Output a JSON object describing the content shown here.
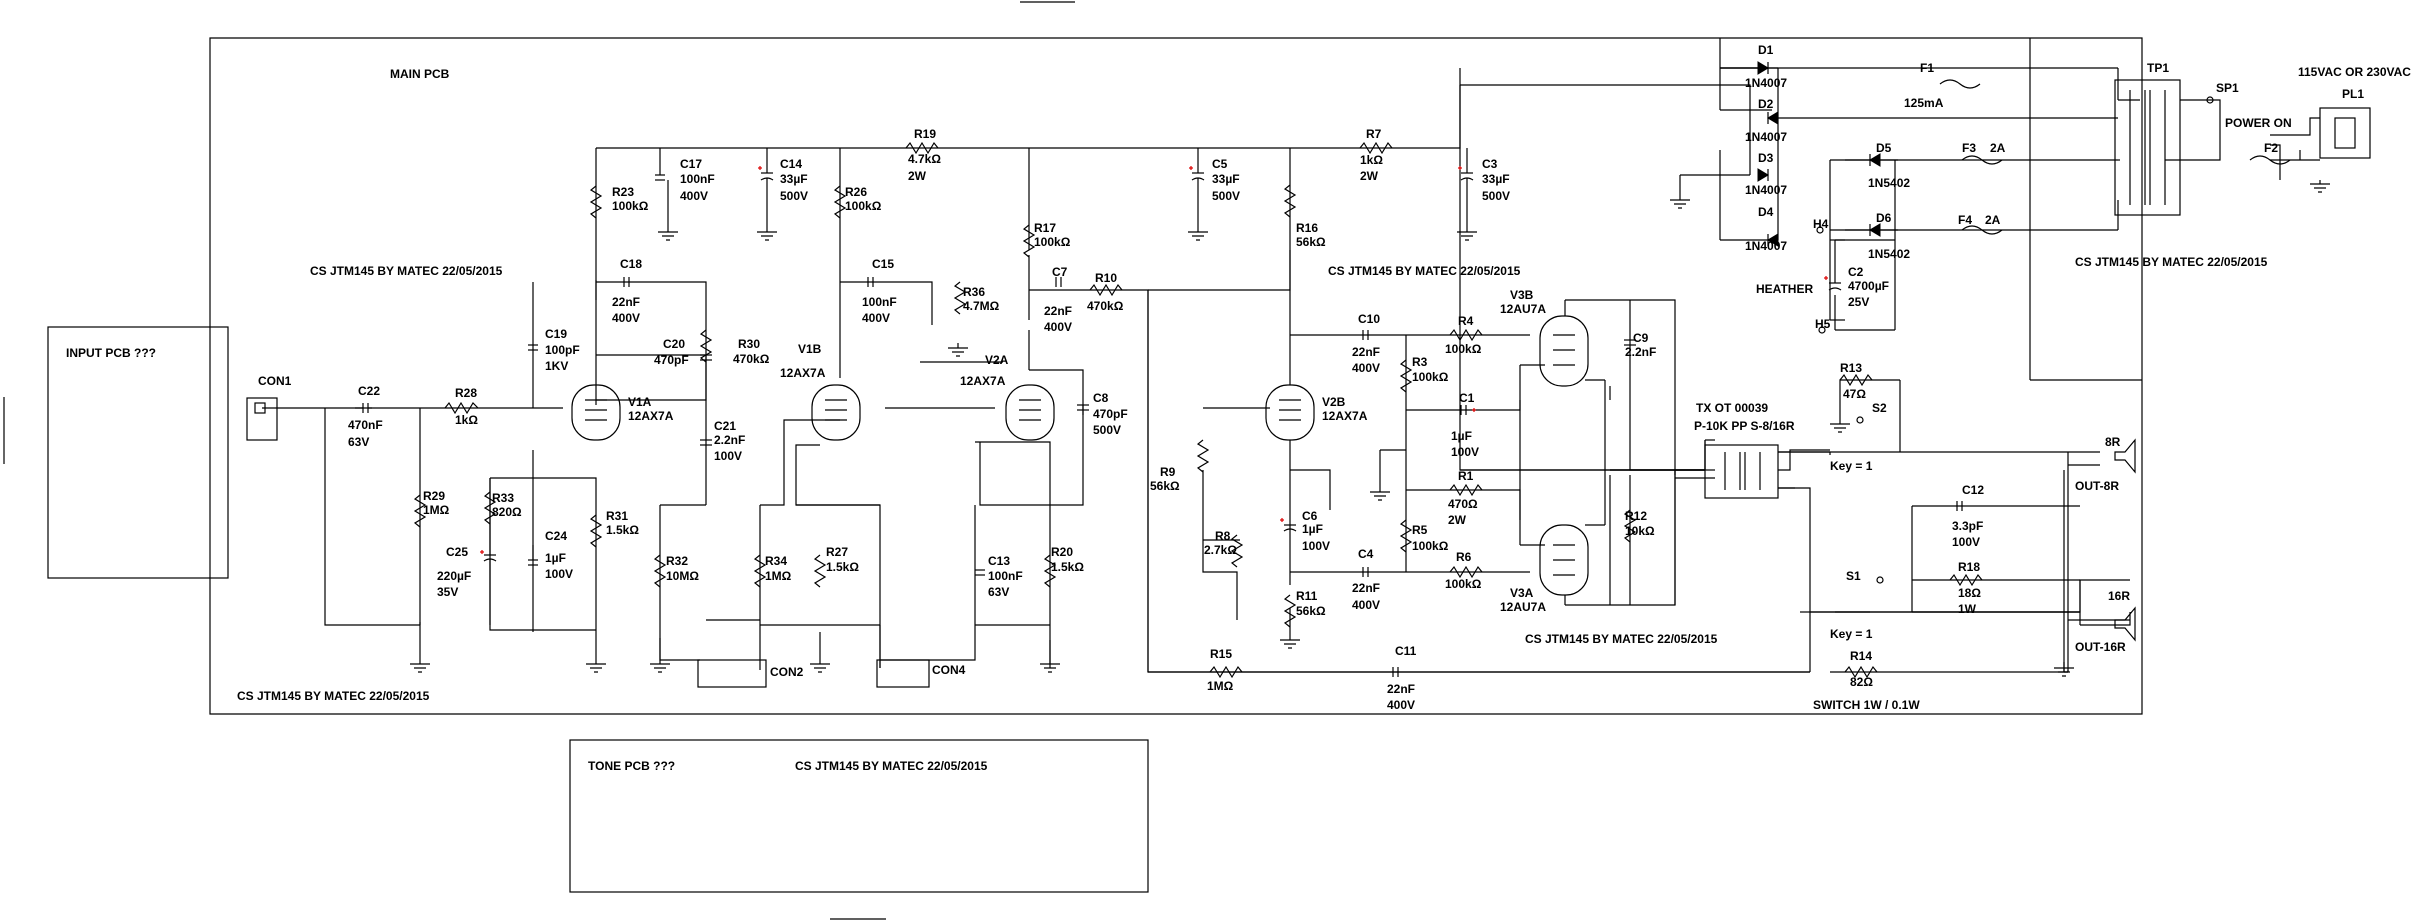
{
  "boards": {
    "main": "MAIN PCB",
    "input": "INPUT PCB ???",
    "tone": "TONE PCB ???"
  },
  "credits": {
    "c1": "CS JTM145 BY MATEC 22/05/2015",
    "c2": "CS JTM145 BY MATEC 22/05/2015",
    "c3": "CS JTM145 BY MATEC 22/05/2015",
    "c4": "CS JTM145 BY MATEC 22/05/2015",
    "c5": "CS JTM145 BY MATEC 22/05/2015",
    "c6": "CS JTM145 BY MATEC 22/05/2015"
  },
  "connectors": {
    "con1": "CON1",
    "con2": "CON2",
    "con4": "CON4",
    "pl1": "PL1",
    "out8": "OUT-8R",
    "out16": "OUT-16R",
    "l8": "8R",
    "l16": "16R"
  },
  "parts": {
    "c22": {
      "ref": "C22",
      "v": "470nF",
      "v2": "63V"
    },
    "r28": {
      "ref": "R28",
      "v": "1kΩ"
    },
    "r29": {
      "ref": "R29",
      "v": "1MΩ"
    },
    "c19": {
      "ref": "C19",
      "v": "100pF",
      "v2": "1KV"
    },
    "c18": {
      "ref": "C18",
      "v": "22nF",
      "v2": "400V"
    },
    "r23": {
      "ref": "R23",
      "v": "100kΩ"
    },
    "c17": {
      "ref": "C17",
      "v": "100nF",
      "v2": "400V"
    },
    "c14": {
      "ref": "C14",
      "v": "33µF",
      "v2": "500V"
    },
    "r33": {
      "ref": "R33",
      "v": "820Ω"
    },
    "c25": {
      "ref": "C25",
      "v": "220µF",
      "v2": "35V"
    },
    "c24": {
      "ref": "C24",
      "v": "1µF",
      "v2": "100V"
    },
    "r31": {
      "ref": "R31",
      "v": "1.5kΩ"
    },
    "c20": {
      "ref": "C20",
      "v": "470pF"
    },
    "r30": {
      "ref": "R30",
      "v": "470kΩ"
    },
    "c21": {
      "ref": "C21",
      "v": "2.2nF",
      "v2": "100V"
    },
    "r32": {
      "ref": "R32",
      "v": "10MΩ"
    },
    "r34": {
      "ref": "R34",
      "v": "1MΩ"
    },
    "r26": {
      "ref": "R26",
      "v": "100kΩ"
    },
    "c15": {
      "ref": "C15",
      "v": "100nF",
      "v2": "400V"
    },
    "r36": {
      "ref": "R36",
      "v": "4.7MΩ"
    },
    "r27": {
      "ref": "R27",
      "v": "1.5kΩ"
    },
    "r19": {
      "ref": "R19",
      "v": "4.7kΩ",
      "v2": "2W"
    },
    "r17": {
      "ref": "R17",
      "v": "100kΩ"
    },
    "c7": {
      "ref": "C7",
      "v": "22nF",
      "v2": "400V"
    },
    "r10": {
      "ref": "R10",
      "v": "470kΩ"
    },
    "c8": {
      "ref": "C8",
      "v": "470pF",
      "v2": "500V"
    },
    "c13": {
      "ref": "C13",
      "v": "100nF",
      "v2": "63V"
    },
    "r20": {
      "ref": "R20",
      "v": "1.5kΩ"
    },
    "c5": {
      "ref": "C5",
      "v": "33µF",
      "v2": "500V"
    },
    "r7": {
      "ref": "R7",
      "v": "1kΩ",
      "v2": "2W"
    },
    "c3": {
      "ref": "C3",
      "v": "33µF",
      "v2": "500V"
    },
    "r16": {
      "ref": "R16",
      "v": "56kΩ"
    },
    "r9": {
      "ref": "R9",
      "v": "56kΩ"
    },
    "r8": {
      "ref": "R8",
      "v": "2.7kΩ"
    },
    "c6": {
      "ref": "C6",
      "v": "1µF",
      "v2": "100V"
    },
    "r11": {
      "ref": "R11",
      "v": "56kΩ"
    },
    "c10": {
      "ref": "C10",
      "v": "22nF",
      "v2": "400V"
    },
    "c4": {
      "ref": "C4",
      "v": "22nF",
      "v2": "400V"
    },
    "r4": {
      "ref": "R4",
      "v": "100kΩ"
    },
    "r3": {
      "ref": "R3",
      "v": "100kΩ"
    },
    "c1": {
      "ref": "C1",
      "v": "1µF",
      "v2": "100V"
    },
    "r1": {
      "ref": "R1",
      "v": "470Ω",
      "v2": "2W"
    },
    "r5": {
      "ref": "R5",
      "v": "100kΩ"
    },
    "r6": {
      "ref": "R6",
      "v": "100kΩ"
    },
    "c9": {
      "ref": "C9",
      "v": "2.2nF"
    },
    "r12": {
      "ref": "R12",
      "v": "10kΩ"
    },
    "r15": {
      "ref": "R15",
      "v": "1MΩ"
    },
    "c11": {
      "ref": "C11",
      "v": "22nF",
      "v2": "400V"
    },
    "r13": {
      "ref": "R13",
      "v": "47Ω"
    },
    "c12": {
      "ref": "C12",
      "v": "3.3pF",
      "v2": "100V"
    },
    "r18": {
      "ref": "R18",
      "v": "18Ω",
      "v2": "1W"
    },
    "r14": {
      "ref": "R14",
      "v": "82Ω"
    },
    "c2": {
      "ref": "C2",
      "v": "4700µF",
      "v2": "25V"
    },
    "d1": {
      "ref": "D1",
      "v": "1N4007"
    },
    "d2": {
      "ref": "D2",
      "v": "1N4007"
    },
    "d3": {
      "ref": "D3",
      "v": "1N4007"
    },
    "d4": {
      "ref": "D4",
      "v": "1N4007"
    },
    "d5": {
      "ref": "D5",
      "v": "1N5402"
    },
    "d6": {
      "ref": "D6",
      "v": "1N5402"
    },
    "f1": {
      "ref": "F1",
      "v": "125mA"
    },
    "f2": {
      "ref": "F2"
    },
    "f3": {
      "ref": "F3",
      "v": "2A"
    },
    "f4": {
      "ref": "F4",
      "v": "2A"
    }
  },
  "tubes": {
    "v1a": {
      "ref": "V1A",
      "v": "12AX7A"
    },
    "v1b": {
      "ref": "V1B",
      "v": "12AX7A"
    },
    "v2a": {
      "ref": "V2A",
      "v": "12AX7A"
    },
    "v2b": {
      "ref": "V2B",
      "v": "12AX7A"
    },
    "v3b": {
      "ref": "V3B",
      "v": "12AU7A"
    },
    "v3a": {
      "ref": "V3A",
      "v": "12AU7A"
    }
  },
  "misc": {
    "tp1": "TP1",
    "sp1": "SP1",
    "power_on": "POWER ON",
    "mains": "115VAC OR 230VAC",
    "h4": "H4",
    "h5": "H5",
    "heather": "HEATHER",
    "ot1": "TX OT 00039",
    "ot2": "P-10K PP S-8/16R",
    "s2": "S2",
    "s1": "S1",
    "key1": "Key = 1",
    "key2": "Key = 1",
    "switch_note": "SWITCH  1W / 0.1W"
  }
}
